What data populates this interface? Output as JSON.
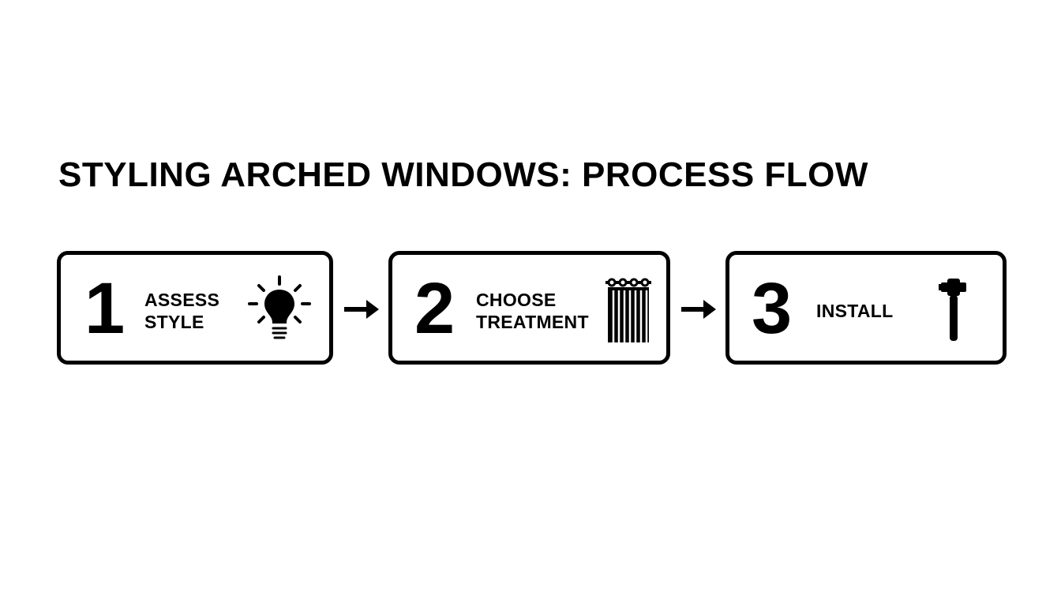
{
  "title": "STYLING ARCHED WINDOWS: PROCESS FLOW",
  "steps": [
    {
      "number": "1",
      "label_lines": [
        "ASSESS",
        "STYLE"
      ],
      "icon": "lightbulb-icon"
    },
    {
      "number": "2",
      "label_lines": [
        "CHOOSE",
        "TREATMENT"
      ],
      "icon": "curtain-icon"
    },
    {
      "number": "3",
      "label_lines": [
        "INSTALL"
      ],
      "icon": "hammer-icon"
    }
  ],
  "connectors": [
    "right-arrow-icon",
    "right-arrow-icon"
  ],
  "colors": {
    "stroke": "#000000",
    "background": "#ffffff"
  }
}
